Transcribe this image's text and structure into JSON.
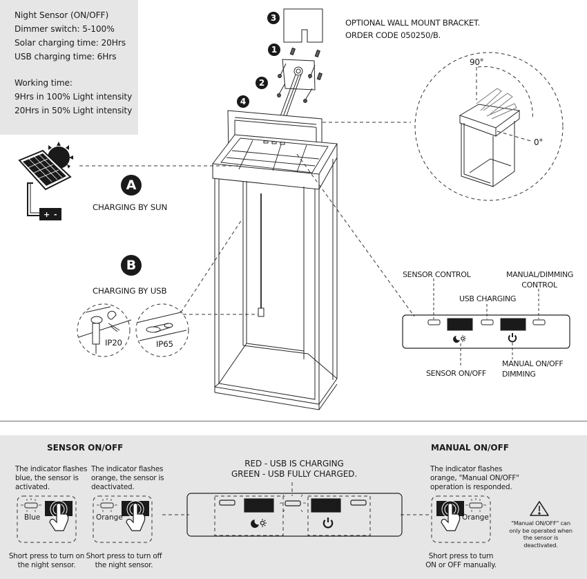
{
  "specs": {
    "lines": [
      "Night Sensor (ON/OFF)",
      "Dimmer switch: 5-100%",
      "Solar charging time: 20Hrs",
      "USB charging time: 6Hrs",
      "",
      "Working time:",
      "9Hrs in 100% Light intensity",
      "20Hrs in 50% Light intensity"
    ]
  },
  "bracket": {
    "note_line1": "OPTIONAL WALL MOUNT BRACKET.",
    "note_line2": "ORDER CODE 050250/B.",
    "parts": [
      "1",
      "2",
      "3",
      "4"
    ]
  },
  "handle_detail": {
    "angle_top": "90°",
    "angle_bottom": "0°"
  },
  "charging": {
    "sun": {
      "badge": "A",
      "label": "CHARGING BY SUN",
      "battery_label": "+ -"
    },
    "usb": {
      "badge": "B",
      "label": "CHARGING BY USB",
      "ratings": [
        "IP20",
        "IP65"
      ]
    }
  },
  "control_panel": {
    "sensor_control": "SENSOR CONTROL",
    "usb_charging": "USB CHARGING",
    "manual_dimming_control_1": "MANUAL/DIMMING",
    "manual_dimming_control_2": "CONTROL",
    "sensor_onoff": "SENSOR ON/OFF",
    "manual_onoff_1": "MANUAL ON/OFF",
    "manual_onoff_2": "DIMMING"
  },
  "instructions": {
    "sensor_title": "SENSOR ON/OFF",
    "sensor_on": {
      "desc": [
        "The indicator flashes",
        "blue, the sensor is",
        "activated."
      ],
      "indicator": "Blue",
      "caption": [
        "Short press to turn on",
        "the night sensor."
      ]
    },
    "sensor_off": {
      "desc": [
        "The indicator flashes",
        "orange, the sensor is",
        "deactivated."
      ],
      "indicator": "Orange",
      "caption": [
        "Short press to turn off",
        "the night sensor."
      ]
    },
    "usb_status": [
      "RED - USB IS CHARGING",
      "GREEN - USB FULLY CHARGED."
    ],
    "manual_title": "MANUAL ON/OFF",
    "manual": {
      "desc": [
        "The indicator flashes",
        "orange, \"Manual ON/OFF\"",
        "operation is responded."
      ],
      "indicator": "Orange",
      "caption": [
        "Short press to turn",
        "ON or OFF manually."
      ]
    },
    "warning": [
      "\"Manual ON/OFF\" can",
      "only be operated when",
      "the sensor is deactivated."
    ]
  }
}
